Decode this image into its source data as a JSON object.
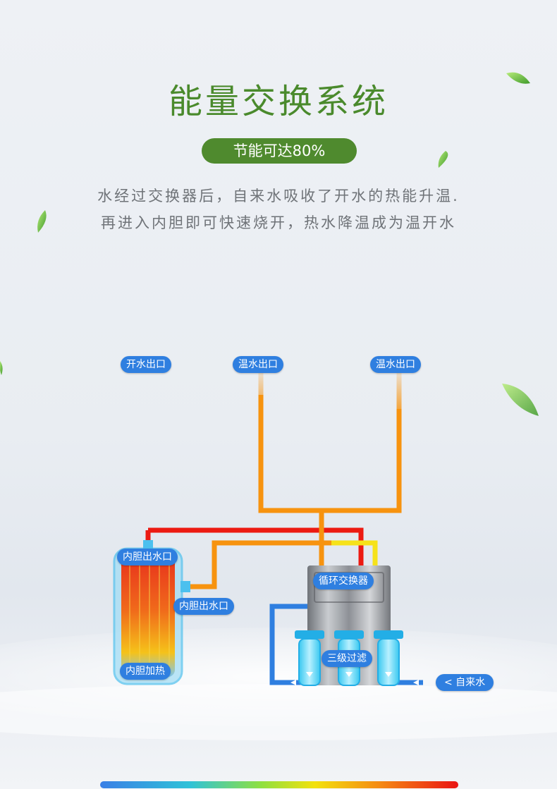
{
  "header": {
    "title": "能量交换系统",
    "badge": "节能可达80%",
    "description_line1": "水经过交换器后，自来水吸收了开水的热能升温.",
    "description_line2": "再进入内胆即可快速烧开，热水降温成为温开水"
  },
  "diagram": {
    "labels": {
      "boiling_outlet": "开水出口",
      "warm_outlet_1": "温水出口",
      "warm_outlet_2": "温水出口",
      "tank_outlet_top": "内胆出水口",
      "tank_outlet_side": "内胆出水口",
      "tank_heating": "内胆加热",
      "exchanger": "循环交换器",
      "filters": "三级过滤",
      "tap_water": "< 自来水"
    },
    "colors": {
      "hot_pipe": "#ec1a12",
      "warm_pipe": "#f7930f",
      "mild_pipe": "#f6e21a",
      "cold_pipe": "#2f7fe0",
      "title_green": "#4a8a2c",
      "label_blue": "#2f7fe0"
    }
  }
}
